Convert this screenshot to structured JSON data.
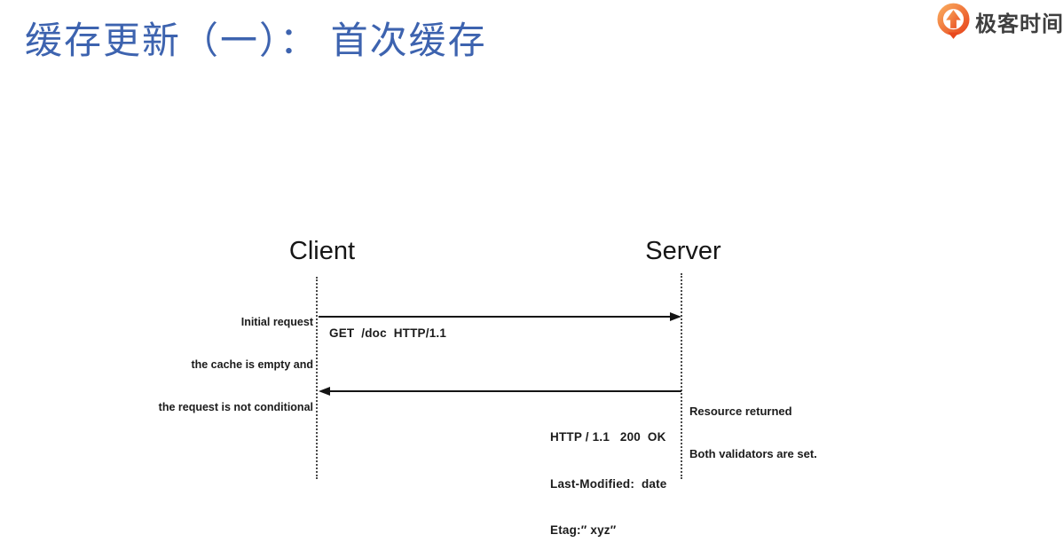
{
  "slide": {
    "title": "缓存更新（一）： 首次缓存"
  },
  "brand": {
    "name": "极客时间",
    "icon": "geektime-logo-icon"
  },
  "colors": {
    "title_blue": "#3D63AF",
    "diagram_ink": "#1b1b1b",
    "logo_orange_light": "#F9A85C",
    "logo_orange_dark": "#E8481E",
    "brand_text": "#3F3F3F",
    "background": "#FFFFFF"
  },
  "diagram": {
    "client_label": "Client",
    "server_label": "Server",
    "request": {
      "note_lines": [
        "Initial request",
        "the cache is empty and",
        "the request is not conditional"
      ],
      "label": "GET  /doc  HTTP/1.1"
    },
    "response": {
      "label_lines": [
        "HTTP / 1.1   200  OK",
        "Last-Modified:  date",
        "Etag:″ xyz″"
      ],
      "note_lines": [
        "Resource returned",
        "Both validators are set."
      ]
    }
  }
}
